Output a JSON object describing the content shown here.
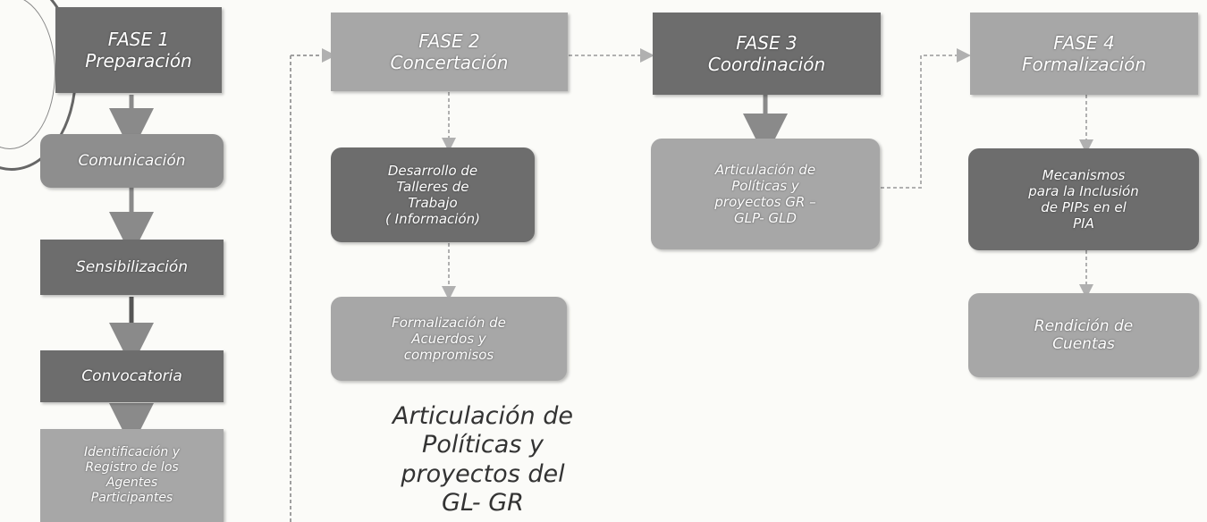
{
  "phases": {
    "fase1": {
      "label": "FASE 1\nPreparación"
    },
    "fase2": {
      "label": "FASE 2\nConcertación"
    },
    "fase3": {
      "label": "FASE 3\nCoordinación"
    },
    "fase4": {
      "label": "FASE 4\nFormalización"
    }
  },
  "steps": {
    "comunicacion": "Comunicación",
    "sensibilizacion": "Sensibilización",
    "convocatoria": "Convocatoria",
    "identificacion": "Identificación y\nRegistro de los\nAgentes\nParticipantes",
    "talleres": "Desarrollo de\nTalleres de\nTrabajo\n( Información)",
    "formalizacion_acuerdos": "Formalización de\nAcuerdos y\ncompromisos",
    "articulacion": "Articulación de\nPolíticas y\nproyectos GR –\nGLP- GLD",
    "inclusion": "Mecanismos\npara la Inclusión\nde PIPs en el\nPIA",
    "rendicion": "Rendición de\nCuentas"
  },
  "caption": "Articulación de\nPolíticas y\nproyectos del\nGL- GR",
  "colors": {
    "dark": "#6d6d6d",
    "mid": "#8e8e8e",
    "light": "#a7a7a7",
    "arrow": "#8a8a8a",
    "dashed": "#b0b0b0"
  }
}
